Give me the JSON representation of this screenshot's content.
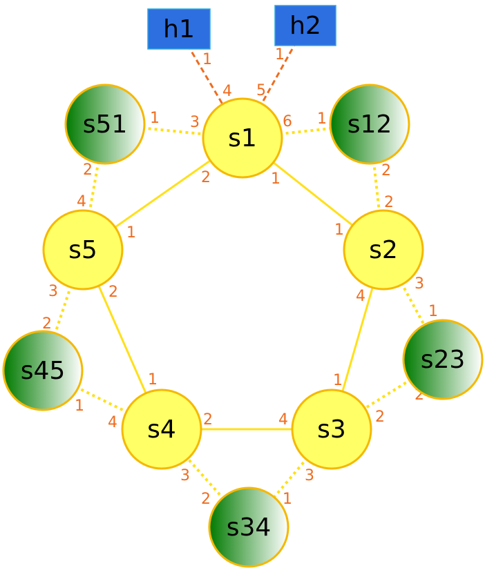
{
  "colors": {
    "switch_fill": "#ffff66",
    "switch_stroke": "#f5b800",
    "green_dark": "#007a00",
    "green_light": "#ffffff",
    "host_fill": "#2d6fe0",
    "host_stroke": "#29a8e0",
    "solid_link": "#ffe01a",
    "dotted_link": "#ffe01a",
    "dashed_link": "#ef6c1f",
    "port_label": "#ef6c1f"
  },
  "hosts": [
    {
      "id": "h1",
      "label": "h1"
    },
    {
      "id": "h2",
      "label": "h2"
    }
  ],
  "switches": [
    {
      "id": "s1",
      "label": "s1",
      "kind": "core"
    },
    {
      "id": "s2",
      "label": "s2",
      "kind": "core"
    },
    {
      "id": "s3",
      "label": "s3",
      "kind": "core"
    },
    {
      "id": "s4",
      "label": "s4",
      "kind": "core"
    },
    {
      "id": "s5",
      "label": "s5",
      "kind": "core"
    },
    {
      "id": "s12",
      "label": "s12",
      "kind": "edge"
    },
    {
      "id": "s23",
      "label": "s23",
      "kind": "edge"
    },
    {
      "id": "s34",
      "label": "s34",
      "kind": "edge"
    },
    {
      "id": "s45",
      "label": "s45",
      "kind": "edge"
    },
    {
      "id": "s51",
      "label": "s51",
      "kind": "edge"
    }
  ],
  "links": [
    {
      "from": "s1",
      "to": "s2",
      "style": "solid",
      "from_port": "1",
      "to_port": "1"
    },
    {
      "from": "s2",
      "to": "s3",
      "style": "solid",
      "from_port": "4",
      "to_port": "1"
    },
    {
      "from": "s3",
      "to": "s4",
      "style": "solid",
      "from_port": "4",
      "to_port": "2"
    },
    {
      "from": "s4",
      "to": "s5",
      "style": "solid",
      "from_port": "1",
      "to_port": "2"
    },
    {
      "from": "s5",
      "to": "s1",
      "style": "solid",
      "from_port": "1",
      "to_port": "2"
    },
    {
      "from": "s1",
      "to": "s12",
      "style": "dotted",
      "from_port": "6",
      "to_port": "1"
    },
    {
      "from": "s12",
      "to": "s2",
      "style": "dotted",
      "from_port": "2",
      "to_port": "2"
    },
    {
      "from": "s2",
      "to": "s23",
      "style": "dotted",
      "from_port": "3",
      "to_port": "1"
    },
    {
      "from": "s23",
      "to": "s3",
      "style": "dotted",
      "from_port": "2",
      "to_port": "2"
    },
    {
      "from": "s3",
      "to": "s34",
      "style": "dotted",
      "from_port": "3",
      "to_port": "1"
    },
    {
      "from": "s34",
      "to": "s4",
      "style": "dotted",
      "from_port": "2",
      "to_port": "3"
    },
    {
      "from": "s4",
      "to": "s45",
      "style": "dotted",
      "from_port": "4",
      "to_port": "1"
    },
    {
      "from": "s45",
      "to": "s5",
      "style": "dotted",
      "from_port": "2",
      "to_port": "3"
    },
    {
      "from": "s5",
      "to": "s51",
      "style": "dotted",
      "from_port": "4",
      "to_port": "2"
    },
    {
      "from": "s51",
      "to": "s1",
      "style": "dotted",
      "from_port": "1",
      "to_port": "3"
    },
    {
      "from": "h1",
      "to": "s1",
      "style": "dashed",
      "from_port": "1",
      "to_port": "4"
    },
    {
      "from": "h2",
      "to": "s1",
      "style": "dashed",
      "from_port": "1",
      "to_port": "5"
    }
  ]
}
